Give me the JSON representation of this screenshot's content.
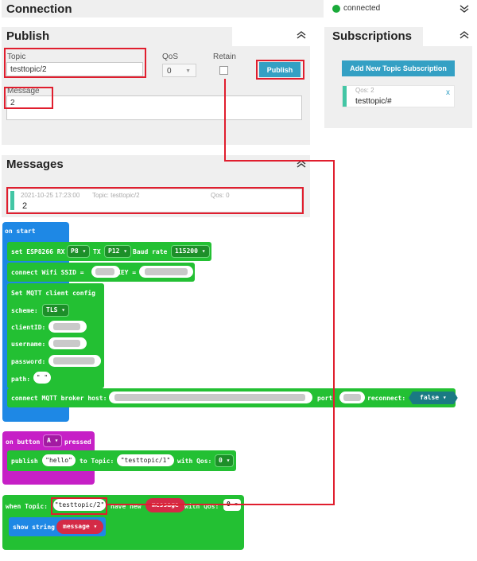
{
  "connection": {
    "title": "Connection",
    "status": "connected",
    "status_color": "#1aaa3a"
  },
  "publish": {
    "title": "Publish",
    "topic_label": "Topic",
    "topic_value": "testtopic/2",
    "qos_label": "QoS",
    "qos_value": "0",
    "retain_label": "Retain",
    "button_label": "Publish",
    "message_label": "Message",
    "message_value": "2"
  },
  "subscriptions": {
    "title": "Subscriptions",
    "add_button": "Add New Topic Subscription",
    "items": [
      {
        "qos": "Qos: 2",
        "topic": "testtopic/#",
        "remove": "x"
      }
    ]
  },
  "messages": {
    "title": "Messages",
    "items": [
      {
        "timestamp": "2021-10-25 17:23:00",
        "topic": "Topic: testtopic/2",
        "qos": "Qos: 0",
        "payload": "2"
      }
    ]
  },
  "blocks": {
    "on_start": {
      "label": "on start",
      "esp": {
        "prefix": "set ESP8266 RX",
        "rx": "P8 ▾",
        "tx_label": "TX",
        "tx": "P12 ▾",
        "baud_label": "Baud rate",
        "baud": "115200 ▾"
      },
      "wifi": {
        "prefix": "connect Wifi SSID =",
        "key_label": "KEY ="
      },
      "mqtt_config": {
        "label": "Set MQTT client config"
      },
      "scheme": {
        "label": "scheme:",
        "value": "TLS ▾"
      },
      "client_id": "clientID:",
      "username": "username:",
      "password": "password:",
      "path": "path:",
      "broker": {
        "prefix": "connect MQTT broker host:",
        "port_label": "port",
        "reconnect_label": "reconnect:",
        "reconnect_value": "false ▾"
      }
    },
    "on_button": {
      "prefix": "on button",
      "button": "A ▾",
      "suffix": "pressed",
      "publish": {
        "prefix": "publish",
        "payload": "\"hello\"",
        "to_topic": "to Topic:",
        "topic": "\"testtopic/1\"",
        "with_qos": "with Qos:",
        "qos": "0 ▾"
      }
    },
    "when_topic": {
      "prefix": "when Topic:",
      "topic": "\"testtopic/2\"",
      "have_new": "have new",
      "message": "message",
      "with_qos": "with Qos:",
      "qos": "0 ▾",
      "show": {
        "prefix": "show string",
        "value": "message ▾"
      }
    }
  }
}
